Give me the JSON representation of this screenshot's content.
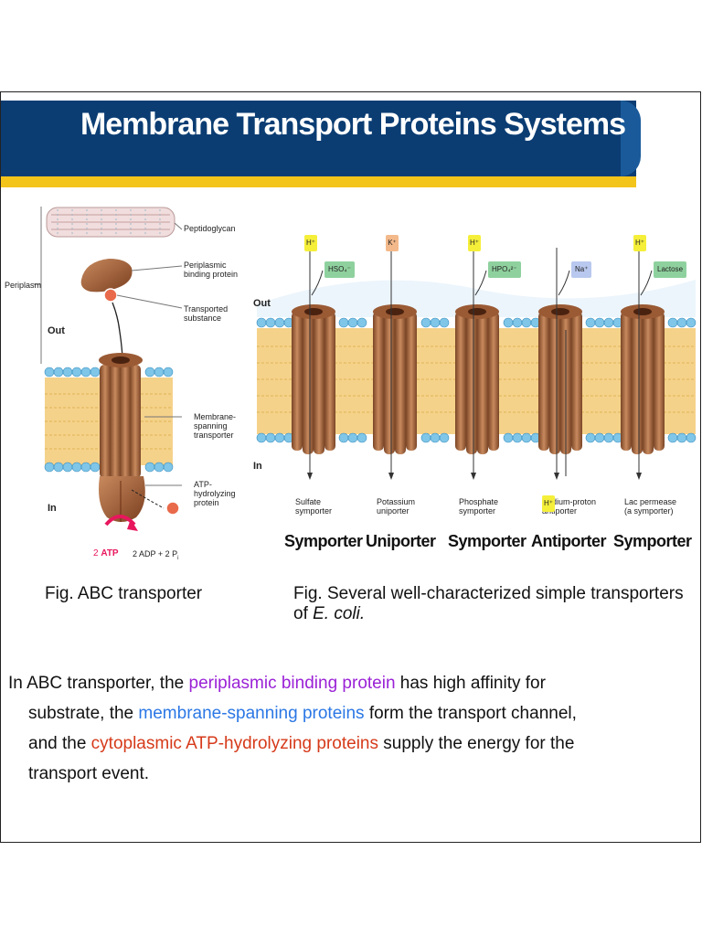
{
  "slide": {
    "title": "Membrane Transport Proteins Systems",
    "colors": {
      "banner": "#0b3d73",
      "stripe": "#f3c41a",
      "purple": "#9b22d6",
      "blue": "#2b77e5",
      "red": "#d63a1a"
    }
  },
  "abc_figure": {
    "labels": {
      "peptidoglycan": "Peptidoglycan",
      "periplasmic_binding_1": "Periplasmic",
      "periplasmic_binding_2": "binding protein",
      "transported_1": "Transported",
      "transported_2": "substance",
      "membrane_1": "Membrane-",
      "membrane_2": "spanning",
      "membrane_3": "transporter",
      "atp_1": "ATP-",
      "atp_2": "hydrolyzing",
      "atp_3": "protein",
      "periplasm": "Periplasm",
      "out": "Out",
      "in": "In",
      "atp_prefix": "2",
      "atp": "ATP",
      "adp": "2 ADP + 2 P",
      "adp_sub": "i"
    },
    "caption": "Fig. ABC transporter"
  },
  "ecoli_figure": {
    "out": "Out",
    "in": "In",
    "transporters": [
      {
        "top_ion": "H⁺",
        "top_color": "#f5ef3a",
        "substrate": "HSO₄⁻",
        "substrate_color": "#8fd19e",
        "desc1": "Sulfate",
        "desc2": "symporter",
        "type": "Symporter"
      },
      {
        "top_ion": "K⁺",
        "top_color": "#f4b98a",
        "substrate": "",
        "substrate_color": "",
        "desc1": "Potassium",
        "desc2": "uniporter",
        "type": "Uniporter"
      },
      {
        "top_ion": "H⁺",
        "top_color": "#f5ef3a",
        "substrate": "HPO₄²⁻",
        "substrate_color": "#8fd19e",
        "desc1": "Phosphate",
        "desc2": "symporter",
        "type": "Symporter"
      },
      {
        "top_ion": "",
        "top_color": "",
        "substrate": "Na⁺",
        "substrate_color": "#b9c8ee",
        "desc1": "Sodium-proton",
        "desc2": "antiporter",
        "type": "Antiporter",
        "bottom_ion": "H⁺"
      },
      {
        "top_ion": "H⁺",
        "top_color": "#f5ef3a",
        "substrate": "Lactose",
        "substrate_color": "#8fd19e",
        "desc1": "Lac permease",
        "desc2": "(a symporter)",
        "type": "Symporter"
      }
    ],
    "caption_prefix": "Fig. Several well-characterized simple transporters of ",
    "caption_italic": "E. coli."
  },
  "paragraph": {
    "p1": "In  ABC transporter, the ",
    "h1": "periplasmic binding protein",
    "p2": " has high affinity for",
    "p3": "substrate, the ",
    "h2": "membrane-spanning proteins",
    "p4": " form the transport channel,",
    "p5": "and the ",
    "h3": "cytoplasmic ATP-hydrolyzing proteins",
    "p6": " supply the energy for the",
    "p7": "transport event."
  }
}
